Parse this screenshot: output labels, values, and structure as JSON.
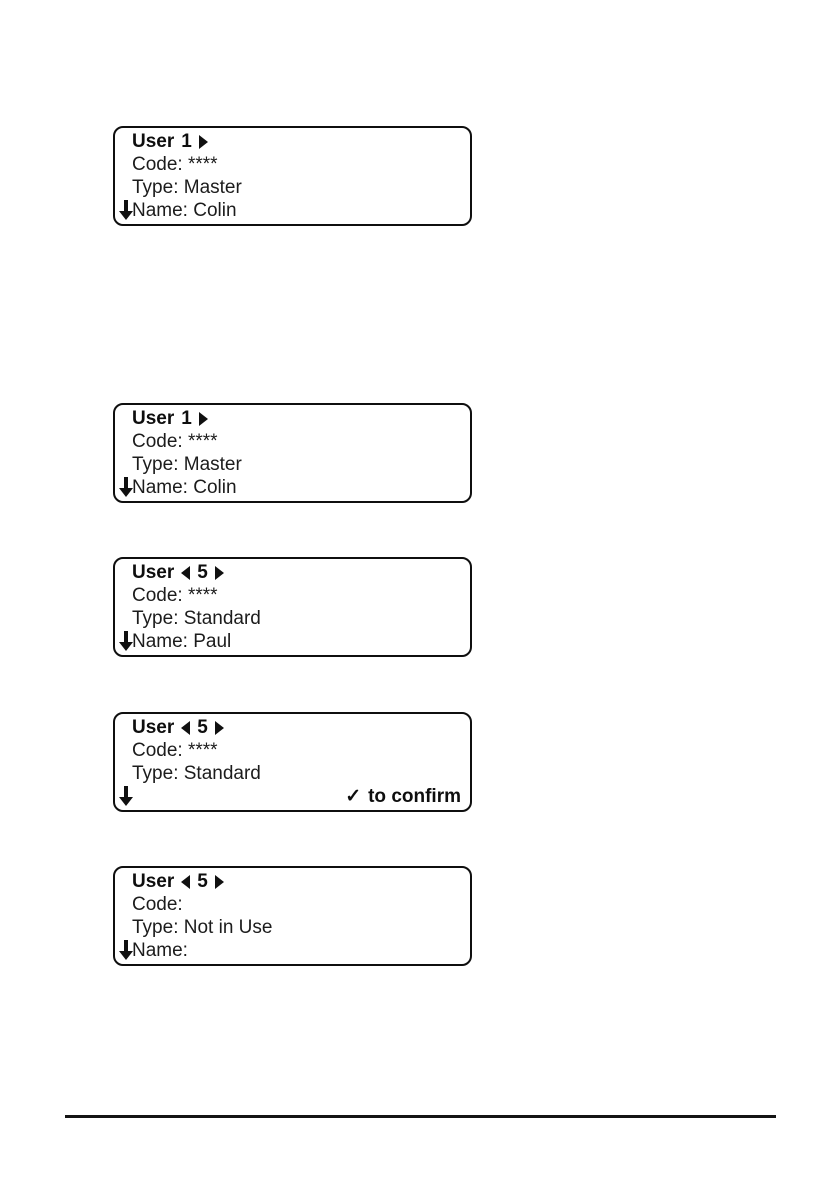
{
  "page": {
    "background_color": "#ffffff",
    "rule_color": "#141414",
    "text_color": "#1c1c1c"
  },
  "icons": {
    "right_arrow": "▶",
    "left_arrow": "◀",
    "scroll_down": "⬇",
    "confirm_check": "✓"
  },
  "displays": [
    {
      "title": {
        "prefix": "User",
        "number": "1",
        "left_arrow": false,
        "right_arrow": true
      },
      "rows": [
        "Code: ****",
        "Type: Master",
        "Name: Colin"
      ],
      "scroll_down": true
    },
    {
      "title": {
        "prefix": "User",
        "number": "1",
        "left_arrow": false,
        "right_arrow": true
      },
      "rows": [
        "Code: ****",
        "Type: Master",
        "Name: Colin"
      ],
      "scroll_down": true
    },
    {
      "title": {
        "prefix": "User",
        "number": "5",
        "left_arrow": true,
        "right_arrow": true
      },
      "rows": [
        "Code: ****",
        "Type: Standard",
        "Name: Paul"
      ],
      "scroll_down": true
    },
    {
      "title": {
        "prefix": "User",
        "number": "5",
        "left_arrow": true,
        "right_arrow": true
      },
      "rows": [
        "Code: ****",
        "Type: Standard"
      ],
      "scroll_down": true,
      "confirm": {
        "icon": "✓",
        "label": "to confirm"
      }
    },
    {
      "title": {
        "prefix": "User",
        "number": "5",
        "left_arrow": true,
        "right_arrow": true
      },
      "rows": [
        "Code:",
        "Type: Not in Use",
        "Name:"
      ],
      "scroll_down": true
    }
  ]
}
